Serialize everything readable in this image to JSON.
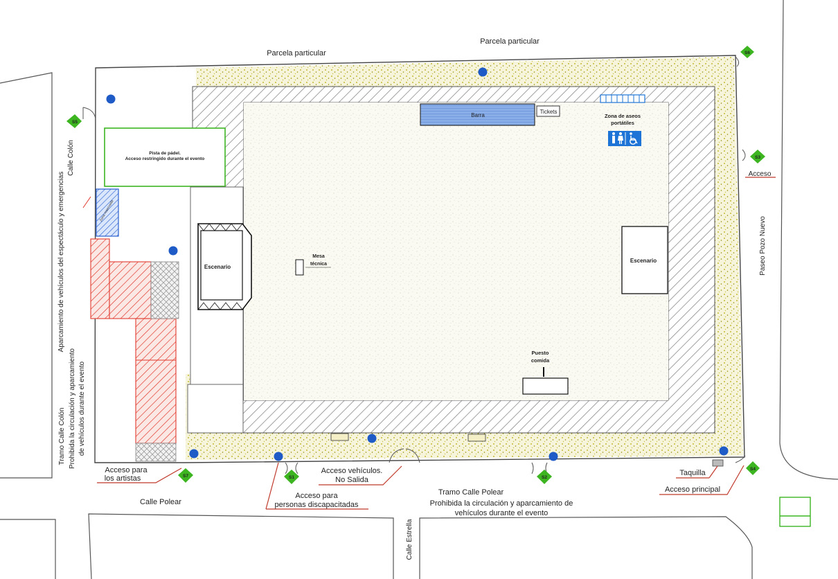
{
  "map": {
    "labels": {
      "parcela_top_left": "Parcela particular",
      "parcela_top_right": "Parcela particular",
      "calle_colon": "Calle Colón",
      "aparcamiento": "Aparcamiento de vehículos del espectáculo y emergencias",
      "tramo_colon": "Tramo Calle Colón",
      "prohibida_colon_1": "Prohibida la circulación y aparcamiento",
      "prohibida_colon_2": "de vehículos durante el evento",
      "pista_1": "Pista de pádel.",
      "pista_2": "Acceso restringido durante el evento",
      "escenario_left": "Escenario",
      "escenario_right": "Escenario",
      "mesa_1": "Mesa",
      "mesa_2": "técnica",
      "barra": "Barra",
      "tickets": "Tickets",
      "zona_aseos_1": "Zona de aseos",
      "zona_aseos_2": "portátiles",
      "puesto_1": "Puesto",
      "puesto_2": "comida",
      "acceso_right": "Acceso",
      "paseo": "Paseo Pozo Nuevo",
      "acceso_artistas_1": "Acceso para",
      "acceso_artistas_2": "los artistas",
      "calle_polear": "Calle Polear",
      "acceso_disc_1": "Acceso para",
      "acceso_disc_2": "personas discapacitadas",
      "acceso_veh_1": "Acceso vehículos.",
      "acceso_veh_2": "No Salida",
      "tramo_polear": "Tramo Calle Polear",
      "prohibida_polear_1": "Prohibida la circulación y aparcamiento de",
      "prohibida_polear_2": "vehículos durante el evento",
      "calle_estrella": "Calle Estrella",
      "taquilla": "Taquilla",
      "acceso_principal": "Acceso principal"
    },
    "exits": [
      {
        "code": "S5"
      },
      {
        "code": "S6"
      },
      {
        "code": "S3"
      },
      {
        "code": "S4"
      },
      {
        "code": "S7"
      },
      {
        "code": "S1"
      },
      {
        "code": "S2"
      }
    ],
    "colors": {
      "hatch": "#8a8a8a",
      "sand_dot": "#b5a800",
      "green": "#3cb521",
      "red": "#e23b2e",
      "blue": "#2a5fd0",
      "access_blue": "#1e74d6"
    }
  }
}
